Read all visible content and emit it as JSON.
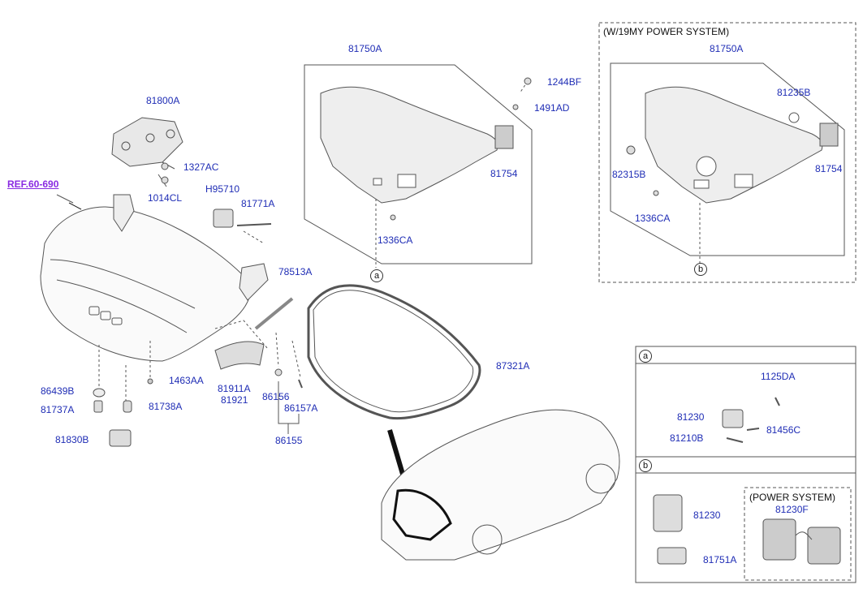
{
  "labels": {
    "p81750A": "81750A",
    "p81750A_b": "81750A",
    "p81800A": "81800A",
    "p1244BF": "1244BF",
    "p1491AD": "1491AD",
    "p81754": "81754",
    "p81754_b": "81754",
    "p1327AC": "1327AC",
    "p1014CL": "1014CL",
    "ref": "REF.60-690",
    "pH95710": "H95710",
    "p81771A": "81771A",
    "p1336CA": "1336CA",
    "p1336CA_b": "1336CA",
    "p78513A": "78513A",
    "p81235B": "81235B",
    "p82315B": "82315B",
    "p87321A": "87321A",
    "p86439B": "86439B",
    "p1463AA": "1463AA",
    "p81737A": "81737A",
    "p81738A": "81738A",
    "p81911A": "81911A",
    "p81921": "81921",
    "p86156": "86156",
    "p86157A": "86157A",
    "p86155": "86155",
    "p81830B": "81830B",
    "p1125DA": "1125DA",
    "p81230": "81230",
    "p81230_b": "81230",
    "p81456C": "81456C",
    "p81210B": "81210B",
    "p81230F": "81230F",
    "p81751A": "81751A"
  },
  "headings": {
    "power_19my": "(W/19MY POWER SYSTEM)",
    "power_system": "(POWER SYSTEM)"
  },
  "markers": {
    "a": "a",
    "b": "b"
  }
}
